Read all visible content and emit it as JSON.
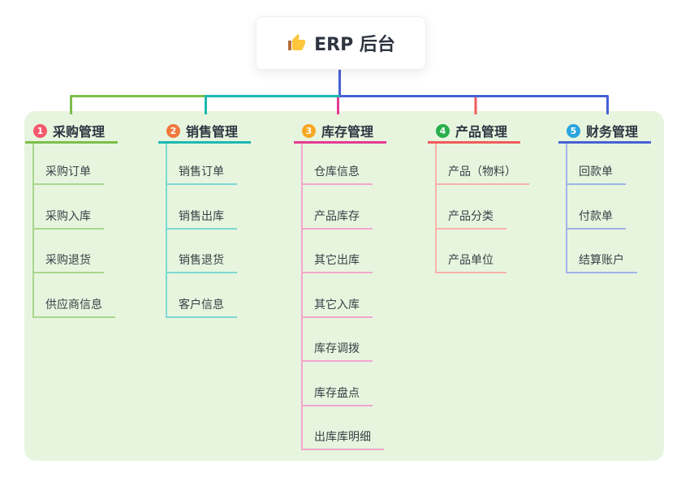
{
  "root": {
    "label": "ERP 后台",
    "icon": "thumbs-up-icon"
  },
  "colors": {
    "panel_background": "#E7F5DF",
    "node_text": "#2E3440",
    "child_text": "#3A3F45",
    "root_background": "#FFFFFF"
  },
  "branches": [
    {
      "index": "1",
      "label": "采购管理",
      "badge_color": "#F4586C",
      "line_color": "#7CBE4B",
      "light_color": "#A9D78C",
      "children": [
        "采购订单",
        "采购入库",
        "采购退货",
        "供应商信息"
      ]
    },
    {
      "index": "2",
      "label": "销售管理",
      "badge_color": "#F0793C",
      "line_color": "#1CB8B0",
      "light_color": "#7CD9D3",
      "children": [
        "销售订单",
        "销售出库",
        "销售退货",
        "客户信息"
      ]
    },
    {
      "index": "3",
      "label": "库存管理",
      "badge_color": "#F7A722",
      "line_color": "#E43A92",
      "light_color": "#F4A6CD",
      "children": [
        "仓库信息",
        "产品库存",
        "其它出库",
        "其它入库",
        "库存调拨",
        "库存盘点",
        "出库库明细"
      ]
    },
    {
      "index": "4",
      "label": "产品管理",
      "badge_color": "#29B04D",
      "line_color": "#F15B5B",
      "light_color": "#F9B0AB",
      "children": [
        "产品（物料）",
        "产品分类",
        "产品单位"
      ]
    },
    {
      "index": "5",
      "label": "财务管理",
      "badge_color": "#2BA4DF",
      "line_color": "#4760D4",
      "light_color": "#9FB3E8",
      "children": [
        "回款单",
        "付款单",
        "结算账户"
      ]
    }
  ]
}
